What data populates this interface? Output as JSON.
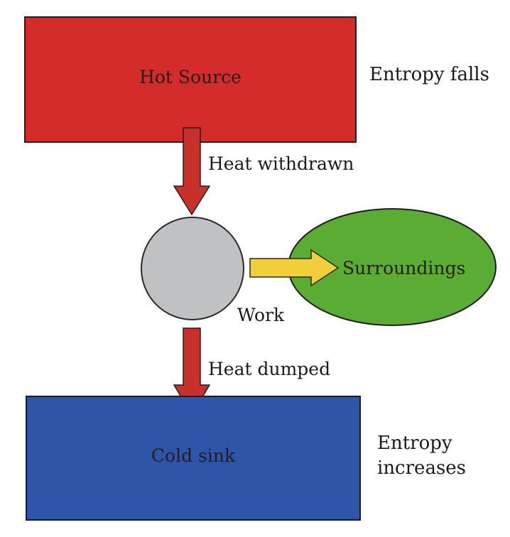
{
  "hot_source": {
    "label": "Hot Source",
    "side_note": "Entropy falls"
  },
  "heat_in": {
    "label": "Heat withdrawn"
  },
  "engine": {
    "work_label": "Work"
  },
  "surroundings": {
    "label": "Surroundings"
  },
  "heat_out": {
    "label": "Heat dumped"
  },
  "cold_sink": {
    "label": "Cold sink",
    "side_note_line1": "Entropy",
    "side_note_line2": "increases"
  },
  "colors": {
    "hot": "#d42b2b",
    "cold": "#2f55a8",
    "engine": "#bfc1c3",
    "surroundings": "#5aac34",
    "arrow_heat": "#c8302c",
    "arrow_work": "#f2cf3a"
  }
}
